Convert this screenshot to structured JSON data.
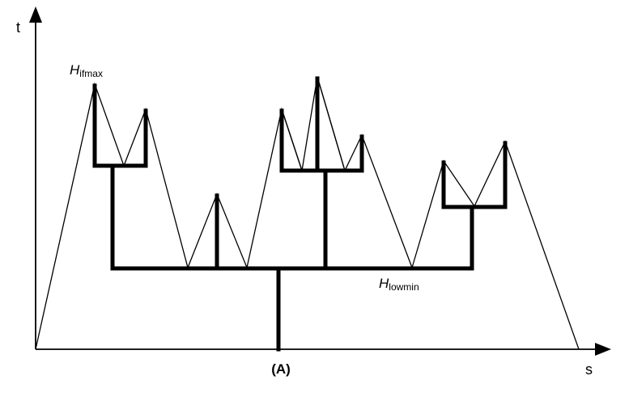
{
  "axes": {
    "y_label": "t",
    "x_label": "s"
  },
  "labels": {
    "top": {
      "main": "H",
      "sub": "ifmax"
    },
    "bottom": {
      "main": "H",
      "sub": "lowmin"
    }
  },
  "caption": "(A)",
  "colors": {
    "stroke": "#000000",
    "background": "#ffffff"
  }
}
